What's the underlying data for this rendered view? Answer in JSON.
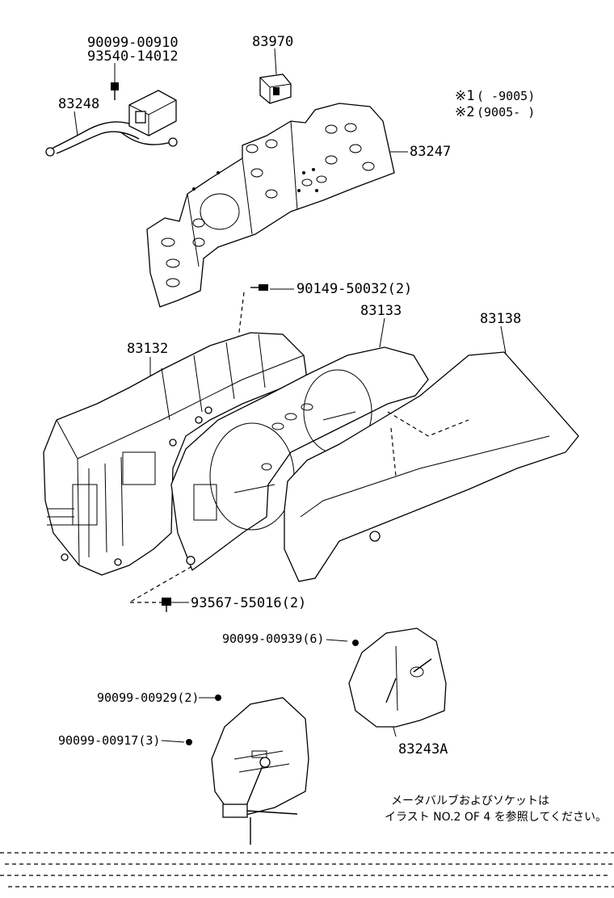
{
  "parts": {
    "screw_top_a": "90099-00910",
    "screw_top_b": "93540-14012",
    "harness": "83248",
    "pin": "83970",
    "plate": "83247",
    "screw_plate": "90149-50032(2)",
    "case": "83132",
    "dial_plate": "83133",
    "lens": "83138",
    "screw_case": "93567-55016(2)",
    "screw_gauge": "90099-00939(6)",
    "screw_speedo_a": "90099-00929(2)",
    "screw_speedo_b": "90099-00917(3)",
    "gauge": "83243A"
  },
  "legend": {
    "line1_mark": "※1",
    "line1_text": "(       -9005)",
    "line2_mark": "※2",
    "line2_text": "(9005-       )"
  },
  "note": {
    "line1": "メータバルブおよびソケットは",
    "line2": "イラスト NO.2 OF 4 を参照してください。"
  }
}
